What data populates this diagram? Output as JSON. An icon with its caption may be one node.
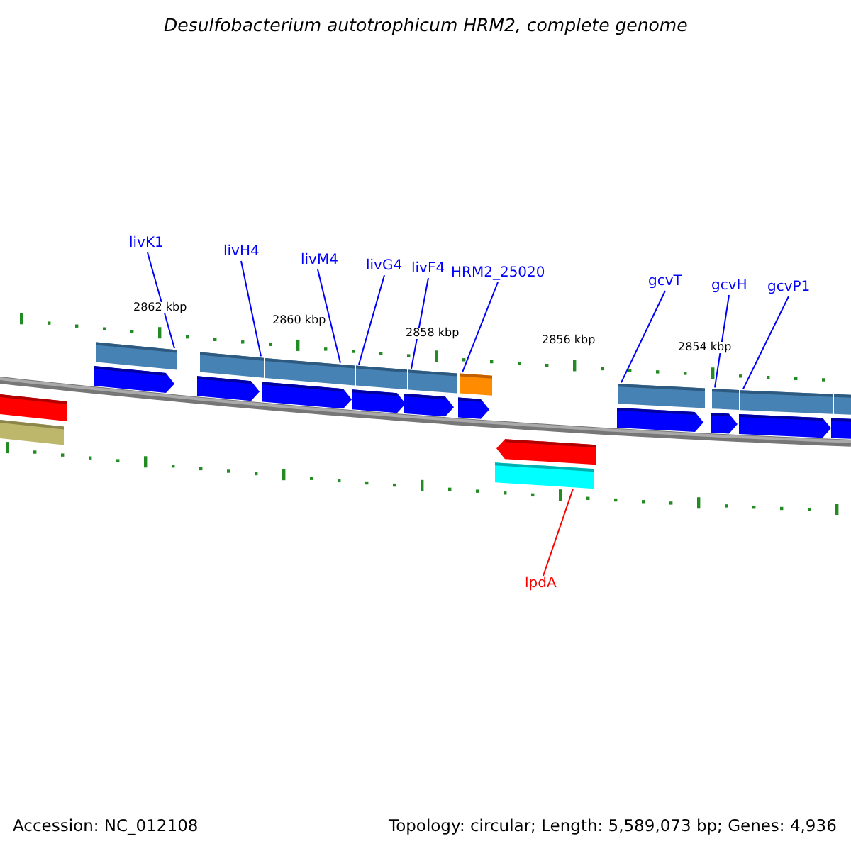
{
  "diagram": {
    "title": "Desulfobacterium autotrophicum HRM2, complete genome",
    "nodes": [
      {
        "text": [
          "livK1"
        ]
      },
      {
        "text": [
          "livH4"
        ]
      },
      {
        "text": [
          "livM4"
        ]
      },
      {
        "text": [
          "livG4"
        ]
      },
      {
        "text": [
          "livF4"
        ]
      },
      {
        "text": [
          "HRM2_25020"
        ]
      },
      {
        "text": [
          "gcvT"
        ]
      },
      {
        "text": [
          "gcvH"
        ]
      },
      {
        "text": [
          "gcvP1"
        ]
      },
      {
        "text": [
          "lpdA"
        ]
      },
      {
        "text": [],
        "shape": "bar"
      },
      {
        "text": [],
        "shape": "bar"
      },
      {
        "text": [],
        "shape": "bar"
      },
      {
        "text": [],
        "shape": "bar"
      },
      {
        "text": [],
        "shape": "bar"
      },
      {
        "text": [],
        "shape": "bar"
      },
      {
        "text": [],
        "shape": "bar"
      },
      {
        "text": [],
        "shape": "bar"
      },
      {
        "text": [],
        "shape": "bar"
      },
      {
        "text": [],
        "shape": "bar"
      },
      {
        "text": [],
        "shape": "bar"
      },
      {
        "text": [],
        "shape": "arrow"
      },
      {
        "text": [],
        "shape": "arrow"
      },
      {
        "text": [],
        "shape": "arrow"
      },
      {
        "text": [],
        "shape": "arrow"
      },
      {
        "text": [],
        "shape": "arrow"
      },
      {
        "text": [],
        "shape": "arrow"
      },
      {
        "text": [],
        "shape": "arrow"
      },
      {
        "text": [],
        "shape": "arrow"
      },
      {
        "text": [],
        "shape": "arrow"
      },
      {
        "text": [],
        "shape": "arrow"
      },
      {
        "text": [],
        "shape": "bar"
      },
      {
        "text": [],
        "shape": "bar"
      },
      {
        "text": [],
        "shape": "arrow"
      }
    ],
    "edges": [
      {
        "from": 0,
        "to": 10,
        "arrow": "none"
      },
      {
        "from": 1,
        "to": 11,
        "arrow": "none"
      },
      {
        "from": 2,
        "to": 12,
        "arrow": "none"
      },
      {
        "from": 3,
        "to": 13,
        "arrow": "none"
      },
      {
        "from": 4,
        "to": 14,
        "arrow": "none"
      },
      {
        "from": 5,
        "to": 15,
        "arrow": "none"
      },
      {
        "from": 6,
        "to": 16,
        "arrow": "none"
      },
      {
        "from": 7,
        "to": 17,
        "arrow": "none"
      },
      {
        "from": 8,
        "to": 18,
        "arrow": "none"
      },
      {
        "from": 9,
        "to": 19,
        "arrow": "none",
        "color": "#ff0000"
      }
    ],
    "labels": [
      "2862 kbp",
      "2860 kbp",
      "2858 kbp",
      "2856 kbp",
      "2854 kbp",
      "Accession: NC_012108",
      "Topology: circular; Length: 5,589,073 bp; Genes: 4,936"
    ]
  }
}
